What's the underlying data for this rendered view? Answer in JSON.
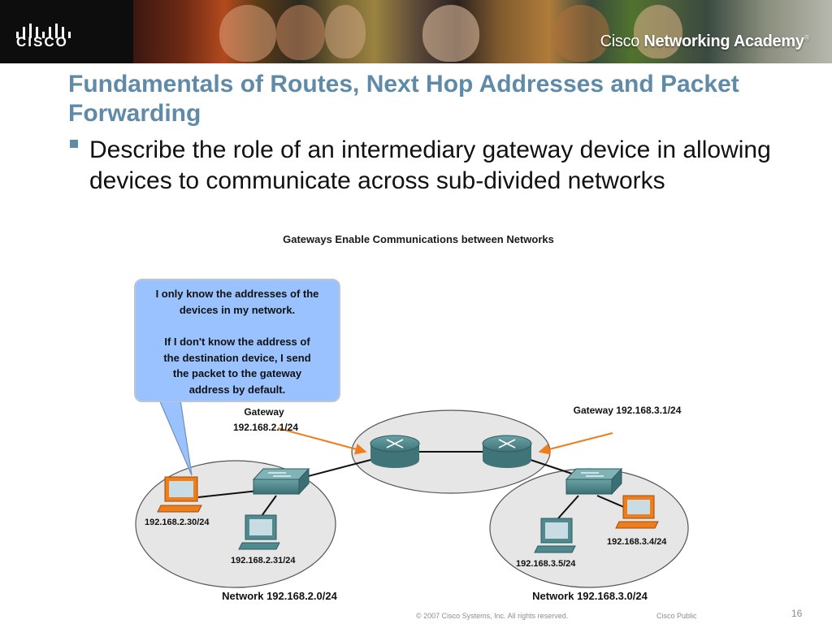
{
  "header": {
    "brand": "CISCO",
    "academy_prefix": "Cisco ",
    "academy_name": "Networking Academy",
    "trademark": "®"
  },
  "slide": {
    "title": "Fundamentals of Routes, Next Hop Addresses and Packet Forwarding",
    "bullet": "Describe the role of an intermediary gateway device in allowing devices to communicate across sub-divided networks"
  },
  "diagram": {
    "caption": "Gateways Enable Communications between Networks",
    "callout": [
      "I only know the addresses of the",
      "devices in my network.",
      "",
      "If I don't know the address of",
      "the destination device, I send",
      "the packet to the gateway",
      "address by default."
    ],
    "gateway_left": [
      "Gateway",
      "192.168.2.1/24"
    ],
    "gateway_right": "Gateway 192.168.3.1/24",
    "hosts": {
      "left_1": "192.168.2.30/24",
      "left_2": "192.168.2.31/24",
      "right_1": "192.168.3.4/24",
      "right_2": "192.168.3.5/24"
    },
    "networks": {
      "left": "Network 192.168.2.0/24",
      "right": "Network 192.168.3.0/24"
    },
    "colors": {
      "callout_fill": "#99c2ff",
      "network_fill": "#e6e6e6",
      "device_teal": "#4e8a8e",
      "highlight_orange": "#ef7d1a",
      "title_blue": "#5f8aa8"
    }
  },
  "footer": {
    "copyright": "© 2007 Cisco Systems, Inc. All rights reserved.",
    "classification": "Cisco Public",
    "page_number": "16"
  }
}
